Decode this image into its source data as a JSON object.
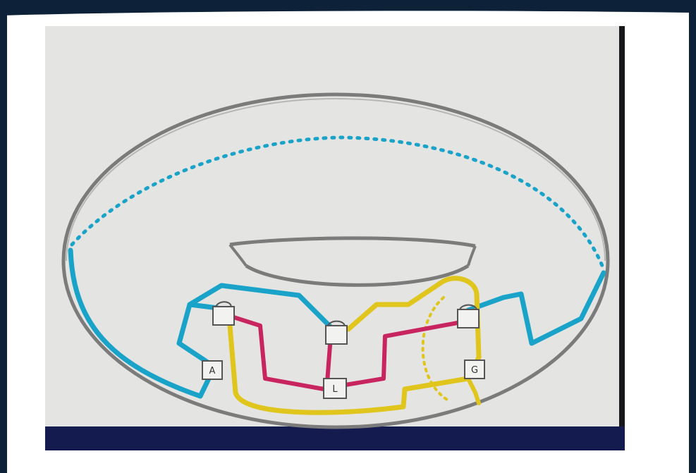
{
  "slide": {
    "background": "#ffffff",
    "edge_color": "#0d2238"
  },
  "photo": {
    "paper_color": "#e4e4e2",
    "shadow_color": "#141b4e",
    "torus_stroke": "#7b7b7b",
    "colors": {
      "cyan": "#1aa3c8",
      "magenta": "#c8245f",
      "yellow": "#e0c51c"
    },
    "node_labels": {
      "left_lower": "A",
      "center_lower": "L",
      "right_lower": "G"
    }
  }
}
